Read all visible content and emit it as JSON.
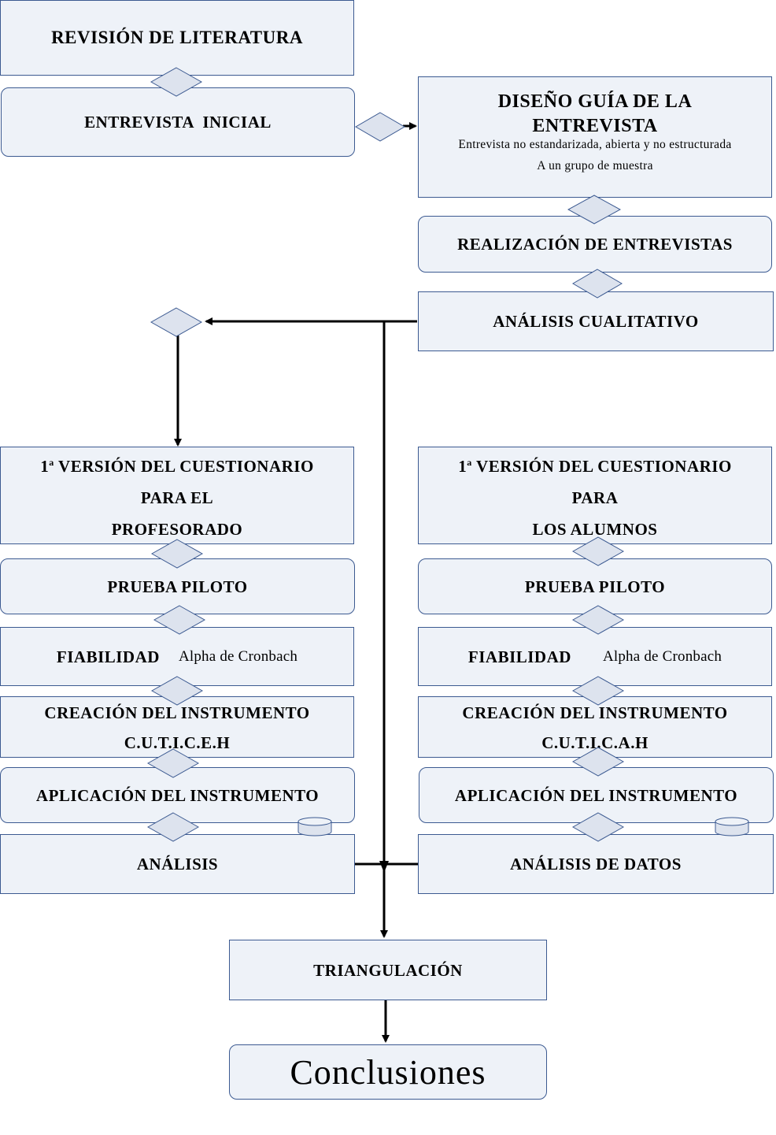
{
  "colors": {
    "box_fill": "#eef2f8",
    "box_border": "#3c5a91",
    "diamond_fill": "#dde3ee",
    "arrow": "#000000"
  },
  "top": {
    "revision": "REVISIÓN DE LITERATURA",
    "entrevista_inicial": "ENTREVISTA  INICIAL",
    "diseno_title_1": "DISEÑO GUÍA DE LA",
    "diseno_title_2": "ENTREVISTA",
    "diseno_sub_1": "Entrevista no estandarizada, abierta y no estructurada",
    "diseno_sub_2": "A un grupo de muestra",
    "realizacion": "REALIZACIÓN DE ENTREVISTAS",
    "analisis_cualitativo": "ANÁLISIS CUALITATIVO"
  },
  "left": {
    "version_number": "1",
    "version_sup": "a",
    "version_1": " VERSIÓN DEL CUESTIONARIO",
    "version_2": "PARA EL",
    "version_3": "PROFESORADO",
    "prueba": "PRUEBA PILOTO",
    "fiabilidad": "FIABILIDAD",
    "fiabilidad_note": "Alpha de Cronbach",
    "creacion_1": "CREACIÓN DEL INSTRUMENTO",
    "creacion_2": "C.U.T.I.C.E.H",
    "aplicacion": "APLICACIÓN DEL INSTRUMENTO",
    "analisis": "ANÁLISIS"
  },
  "right": {
    "version_number": "1",
    "version_sup": "a",
    "version_1": " VERSIÓN DEL CUESTIONARIO",
    "version_2": "PARA",
    "version_3": "LOS ALUMNOS",
    "prueba": "PRUEBA PILOTO",
    "fiabilidad": "FIABILIDAD",
    "fiabilidad_note": "Alpha de Cronbach",
    "creacion_1": "CREACIÓN DEL INSTRUMENTO",
    "creacion_2": "C.U.T.I.C.A.H",
    "aplicacion": "APLICACIÓN DEL INSTRUMENTO",
    "analisis": "ANÁLISIS DE DATOS"
  },
  "bottom": {
    "triangulacion": "TRIANGULACIÓN",
    "conclusiones": "Conclusiones"
  }
}
